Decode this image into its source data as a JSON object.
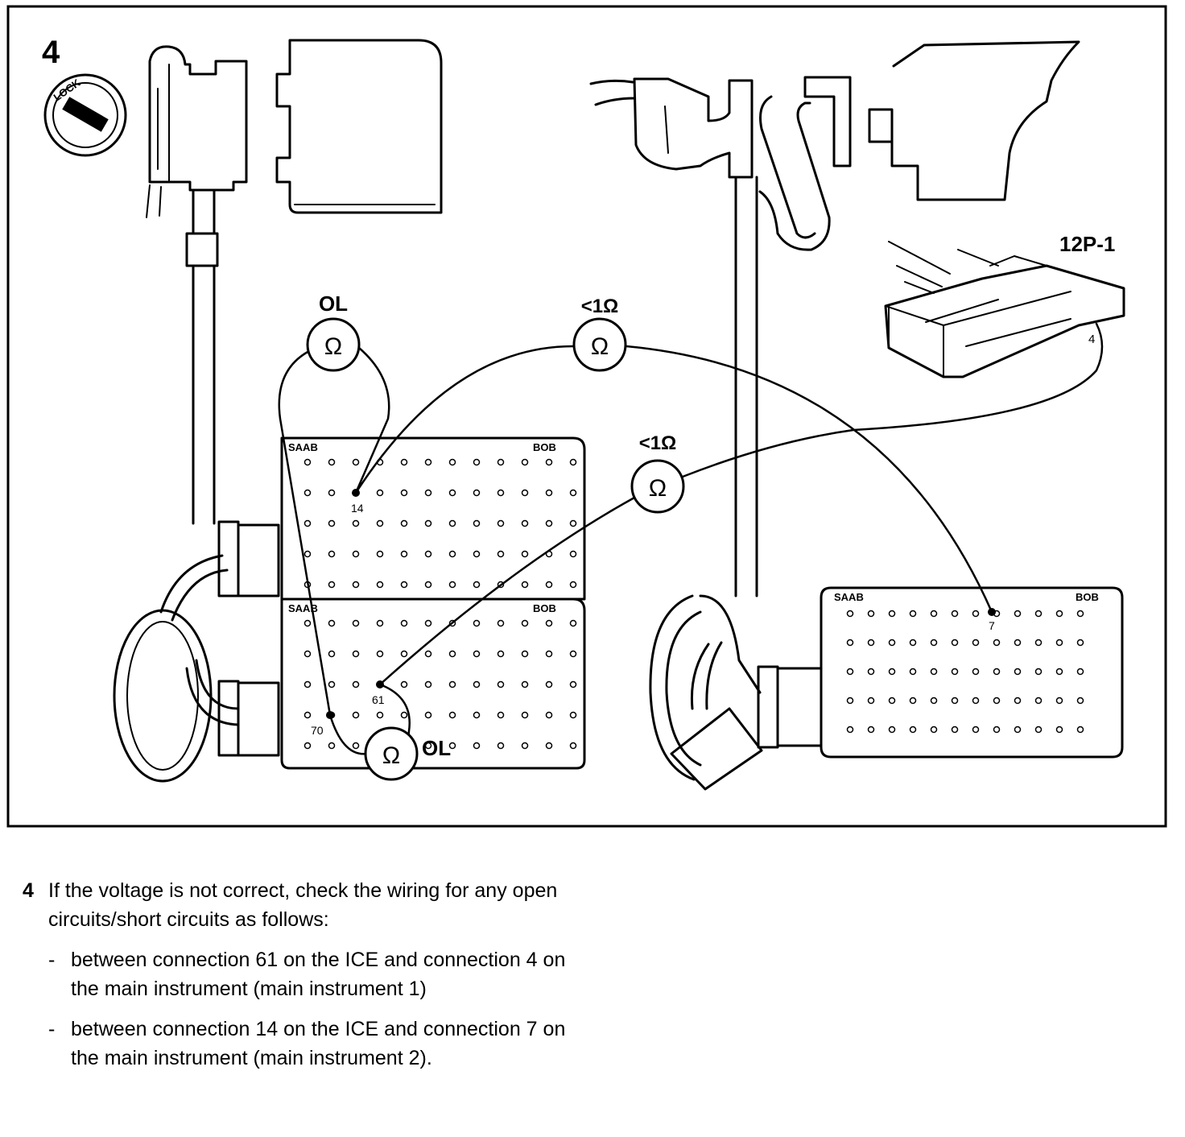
{
  "figure": {
    "step_number": "4",
    "ignition_lock_text": "LOCK",
    "connector_label": "12P-1",
    "meters": [
      {
        "id": "m1",
        "symbol": "Ω",
        "reading": "OL"
      },
      {
        "id": "m2",
        "symbol": "Ω",
        "reading": "<1Ω"
      },
      {
        "id": "m3",
        "symbol": "Ω",
        "reading": "<1Ω"
      },
      {
        "id": "m4",
        "symbol": "Ω",
        "reading": "OL"
      }
    ],
    "boxes": [
      {
        "id": "bob-ice-top",
        "brand": "SAAB",
        "model": "BOB"
      },
      {
        "id": "bob-ice-bottom",
        "brand": "SAAB",
        "model": "BOB"
      },
      {
        "id": "bob-instrument",
        "brand": "SAAB",
        "model": "BOB"
      }
    ],
    "pins": [
      "14",
      "61",
      "70",
      "7",
      "4"
    ]
  },
  "instructions": {
    "number": "4",
    "intro": "If the voltage is not correct, check the wiring for any open circuits/short circuits as follows:",
    "items": [
      "between connection 61 on the ICE and connection 4 on the main instrument (main instrument 1)",
      "between connection 14 on the ICE and connection 7 on the main instrument (main instrument 2)."
    ]
  }
}
